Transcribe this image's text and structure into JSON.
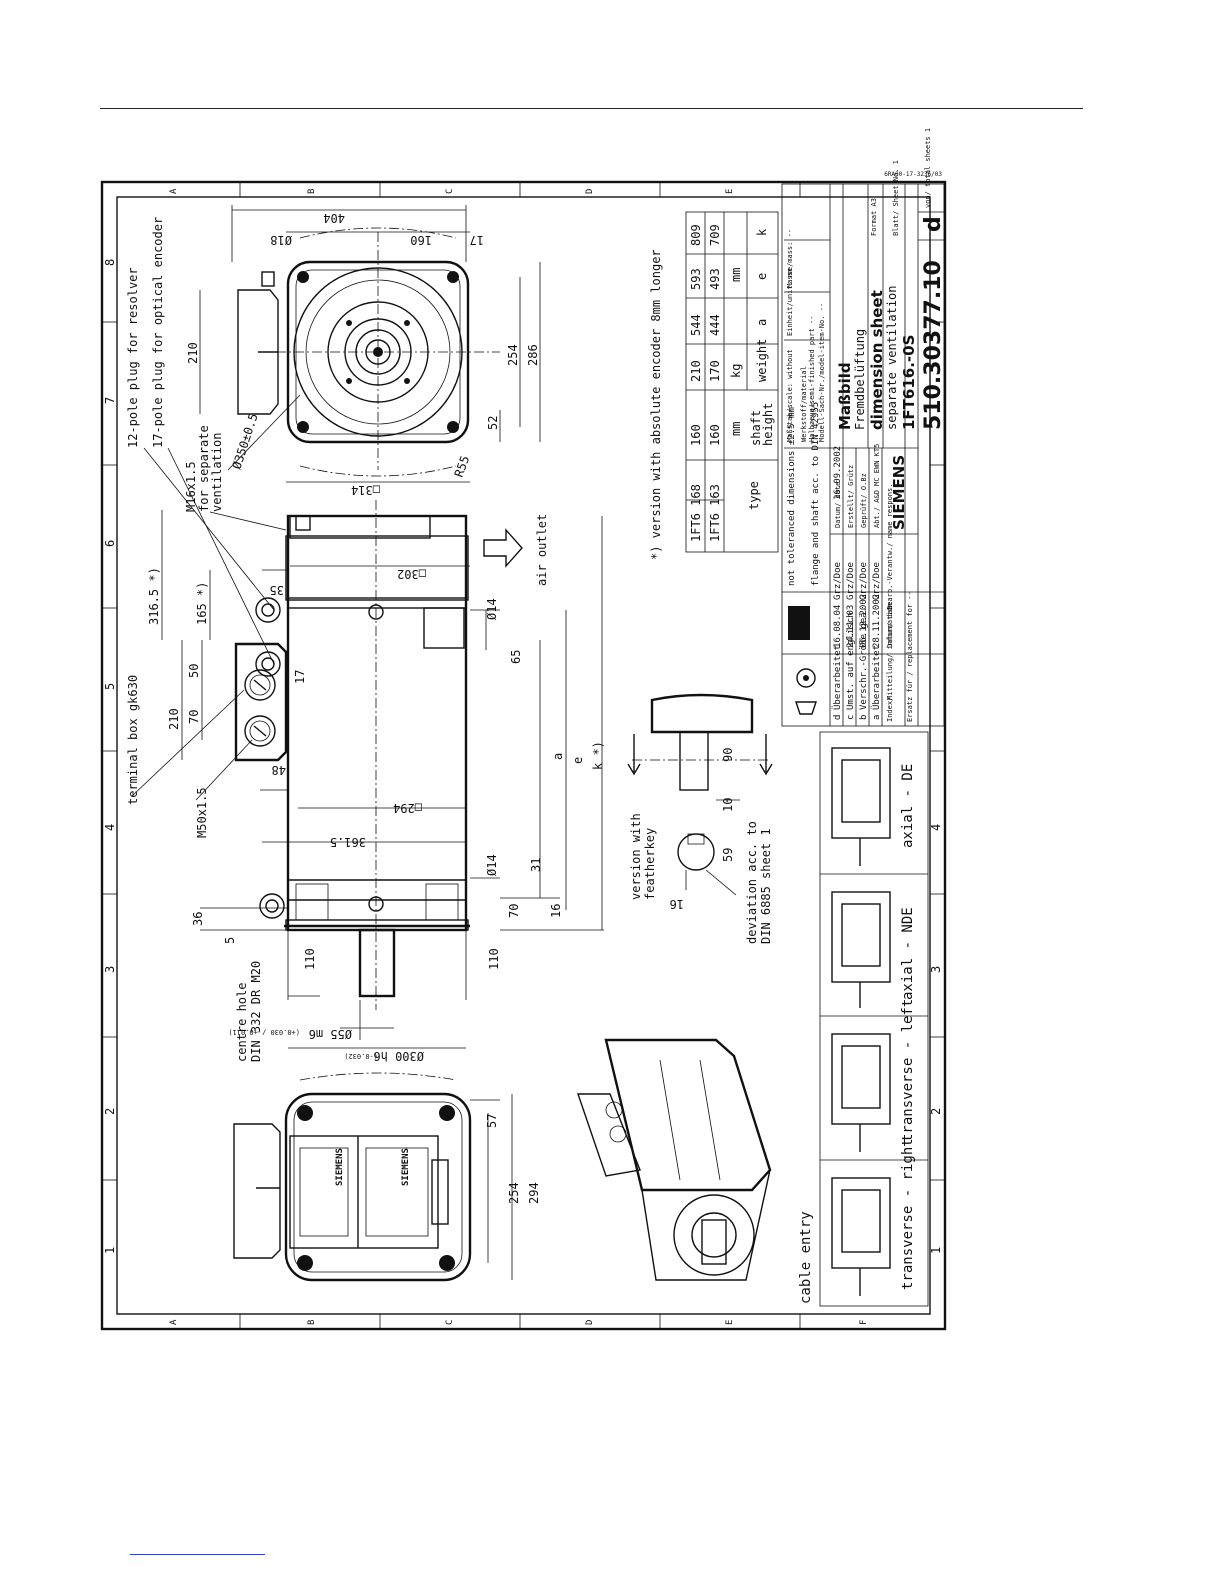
{
  "drawing": {
    "grid_rows": [
      "A",
      "B",
      "C",
      "D",
      "E",
      "F"
    ],
    "grid_cols": [
      "1",
      "2",
      "3",
      "4",
      "5",
      "6",
      "7",
      "8"
    ],
    "top_ref": "6RA00-17-3236/03",
    "views": {
      "flange": {
        "dims": [
          "404",
          "Ø18",
          "160",
          "17",
          "210",
          "254",
          "286",
          "52",
          "R55",
          "Ø350±0.5",
          "□314"
        ]
      },
      "side": {
        "callouts": [
          "12-pole plug for resolver",
          "17-pole plug for optical encoder",
          "M16x1.5",
          "for separate",
          "ventilation",
          "terminal box gk630",
          "M50x1.5",
          "centre hole",
          "DIN 332 DR M20",
          "air outlet"
        ],
        "dims": [
          "316.5 *)",
          "165 *)",
          "35",
          "□302",
          "Ø14",
          "65",
          "50",
          "70",
          "210",
          "17",
          "48",
          "a",
          "e",
          "k *)",
          "□294",
          "361.5",
          "Ø14",
          "31",
          "16",
          "70",
          "36",
          "5",
          "110",
          "110",
          "Ø55 m6",
          "Ø300 h6"
        ],
        "tol_m6": "(+0.030 / +0.011)",
        "tol_h6": "(-0.032)"
      },
      "rear": {
        "dims": [
          "57",
          "254",
          "294"
        ]
      },
      "shaft": {
        "label1": "version with",
        "label2": "featherkey",
        "dims": [
          "90",
          "10",
          "59",
          "16"
        ],
        "deviation1": "deviation acc. to",
        "deviation2": "DIN 6885 sheet 1"
      }
    },
    "encoder_note": "*) version with absolute encoder 8mm longer",
    "table": {
      "rows": [
        {
          "type": "1FT6 168",
          "shaft": "160",
          "weight": "210",
          "a": "544",
          "e": "593",
          "k": "809"
        },
        {
          "type": "1FT6 163",
          "shaft": "160",
          "weight": "170",
          "a": "444",
          "e": "493",
          "k": "709"
        }
      ],
      "unit_mm": "mm",
      "unit_kg": "kg",
      "unit_mm2": "mm",
      "h_type": "type",
      "h_shaft1": "shaft",
      "h_shaft2": "height",
      "h_weight": "weight",
      "h_a": "a",
      "h_e": "e",
      "h_k": "k"
    },
    "cable_entry": {
      "title": "cable entry",
      "options": [
        "transverse - right",
        "transverse - left",
        "axial - NDE",
        "axial - DE"
      ]
    },
    "title_block": {
      "tolerance_note": "not toleranced dimensions ±2.5 mm",
      "flange_note": "flange and shaft acc. to DIN 42955",
      "revisions": [
        {
          "idx": "d",
          "text": "Überarbeitet",
          "date": "16.08.04",
          "name": "Grz/Doe"
        },
        {
          "idx": "c",
          "text": "Umst. auf englisch",
          "date": "24.11.03",
          "name": "Grz/Doe"
        },
        {
          "idx": "b",
          "text": "Verschr.-Größe geä.",
          "date": "06.12.2002",
          "name": "Grz/Doe"
        },
        {
          "idx": "a",
          "text": "Überarbeitet",
          "date": "28.11.2002",
          "name": "Grz/Doe"
        }
      ],
      "rev_head1": "Index/",
      "rev_head2": "Mitteilung/ information",
      "rev_head3": "Datum/ date",
      "rev_head4": "Bearb.-Verantw./ name respons.",
      "replacement": "Ersatz für / replacement for --",
      "date_label": "Datum/ date",
      "date_val": "16.09.2002",
      "created": "Erstellt/ Grütz",
      "checked": "Geprüft/ O.Bz",
      "approved": "Abt./ A&D MC EWN KT5",
      "brand": "SIEMENS",
      "scale": "Maßstab/scale: without",
      "unit": "Einheit/unit: mm",
      "mass": "Masse/mass: --",
      "material": "Werkstoff/material",
      "semi": "Halbzeug/semi-finished part --",
      "model": "Modell-Sach-Nr./model-item-No. --",
      "title_de": "Maßbild",
      "title_de2": "Fremdbelüftung",
      "title_en": "dimension sheet",
      "title_en2": "separate ventilation",
      "model_no": "1FT616.-0S",
      "drawing_no": "510.30377.10",
      "revision": "d",
      "format": "Format A3",
      "sheet": "Blatt/ Sheet No. 1",
      "sheets": "von/ total sheets 1"
    }
  }
}
